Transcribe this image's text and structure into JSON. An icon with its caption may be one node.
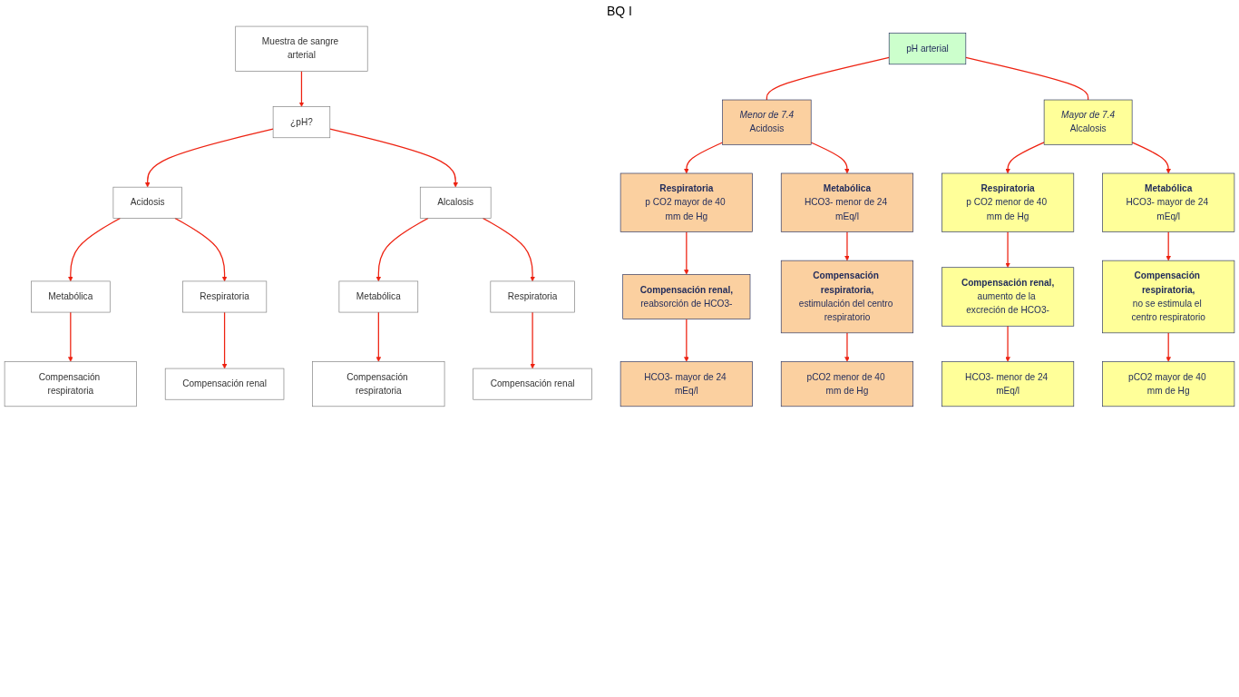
{
  "diagram": {
    "title": "BQ I",
    "nodes": [
      {
        "text": [
          "Muestra de sangre arterial"
        ]
      },
      {
        "text": [
          "¿pH?"
        ]
      },
      {
        "text": [
          "Acidosis"
        ]
      },
      {
        "text": [
          "Alcalosis"
        ]
      },
      {
        "text": [
          "Metabólica"
        ]
      },
      {
        "text": [
          "Respiratoria"
        ]
      },
      {
        "text": [
          "Metabólica"
        ]
      },
      {
        "text": [
          "Respiratoria"
        ]
      },
      {
        "text": [
          "Compensación respiratoria"
        ]
      },
      {
        "text": [
          "Compensación renal"
        ]
      },
      {
        "text": [
          "Compensación respiratoria"
        ]
      },
      {
        "text": [
          "Compensación renal"
        ]
      },
      {
        "text": [
          "pH arterial"
        ]
      },
      {
        "text": [
          "Menor de 7.4",
          "Acidosis"
        ]
      },
      {
        "text": [
          "Mayor de 7.4",
          "Alcalosis"
        ]
      },
      {
        "text": [
          "Respiratoria",
          "p CO2 mayor de 40 mm de Hg"
        ]
      },
      {
        "text": [
          "Metabólica",
          "HCO3- menor de 24 mEq/l"
        ]
      },
      {
        "text": [
          "Respiratoria",
          "p CO2 menor de 40 mm de Hg"
        ]
      },
      {
        "text": [
          "Metabólica",
          "HCO3- mayor de 24 mEq/l"
        ]
      },
      {
        "text": [
          "Compensación renal,",
          "reabsorción de HCO3-"
        ]
      },
      {
        "text": [
          "Compensación respiratoria,",
          "estimulación del centro respiratorio"
        ]
      },
      {
        "text": [
          "Compensación renal,",
          "aumento de la excreción de HCO3-"
        ]
      },
      {
        "text": [
          "Compensación respiratoria,",
          "no se estimula el centro respiratorio"
        ]
      },
      {
        "text": [
          "HCO3- mayor de 24 mEq/l"
        ]
      },
      {
        "text": [
          "pCO2 menor de 40 mm de Hg"
        ]
      },
      {
        "text": [
          "HCO3- menor de 24 mEq/l"
        ]
      },
      {
        "text": [
          "pCO2 mayor de 40 mm de Hg"
        ]
      }
    ],
    "edges": [
      {
        "from": 0,
        "to": 1,
        "arrow": "to"
      },
      {
        "from": 1,
        "to": 2,
        "arrow": "to"
      },
      {
        "from": 1,
        "to": 3,
        "arrow": "to"
      },
      {
        "from": 2,
        "to": 4,
        "arrow": "to"
      },
      {
        "from": 2,
        "to": 5,
        "arrow": "to"
      },
      {
        "from": 3,
        "to": 6,
        "arrow": "to"
      },
      {
        "from": 3,
        "to": 7,
        "arrow": "to"
      },
      {
        "from": 4,
        "to": 8,
        "arrow": "to"
      },
      {
        "from": 5,
        "to": 9,
        "arrow": "to"
      },
      {
        "from": 6,
        "to": 10,
        "arrow": "to"
      },
      {
        "from": 7,
        "to": 11,
        "arrow": "to"
      },
      {
        "from": 12,
        "to": 13,
        "arrow": "none"
      },
      {
        "from": 12,
        "to": 14,
        "arrow": "none"
      },
      {
        "from": 13,
        "to": 15,
        "arrow": "to"
      },
      {
        "from": 13,
        "to": 16,
        "arrow": "to"
      },
      {
        "from": 14,
        "to": 17,
        "arrow": "to"
      },
      {
        "from": 14,
        "to": 18,
        "arrow": "to"
      },
      {
        "from": 15,
        "to": 19,
        "arrow": "to"
      },
      {
        "from": 16,
        "to": 20,
        "arrow": "to"
      },
      {
        "from": 17,
        "to": 21,
        "arrow": "to"
      },
      {
        "from": 18,
        "to": 22,
        "arrow": "to"
      },
      {
        "from": 19,
        "to": 23,
        "arrow": "to"
      },
      {
        "from": 20,
        "to": 24,
        "arrow": "to"
      },
      {
        "from": 21,
        "to": 25,
        "arrow": "to"
      },
      {
        "from": 22,
        "to": 26,
        "arrow": "to"
      }
    ],
    "labels": []
  }
}
